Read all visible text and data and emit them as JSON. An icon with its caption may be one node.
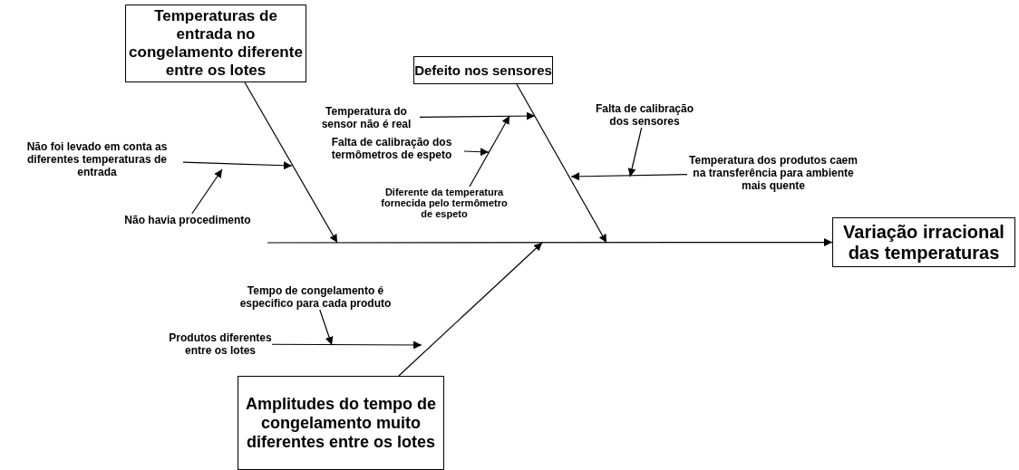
{
  "diagram": {
    "nodes": [
      {
        "text": [
          "Temperaturas de entrada no congelamento diferente entre os lotes"
        ]
      },
      {
        "text": [
          "Defeito nos sensores"
        ]
      },
      {
        "text": [
          "Variação irracional das temperaturas"
        ]
      },
      {
        "text": [
          "Amplitudes do tempo de congelamento muito diferentes entre os lotes"
        ]
      },
      {
        "text": [
          "Não foi levado em conta as diferentes temperaturas de entrada"
        ]
      },
      {
        "text": [
          "Não havia procedimento"
        ]
      },
      {
        "text": [
          "Temperatura do sensor não é real"
        ]
      },
      {
        "text": [
          "Falta de calibração dos termômetros de espeto"
        ]
      },
      {
        "text": [
          "Diferente da temperatura fornecida pelo termômetro de espeto"
        ]
      },
      {
        "text": [
          "Falta de calibração dos sensores"
        ]
      },
      {
        "text": [
          "Temperatura dos produtos caem na transferência para ambiente mais quente"
        ]
      },
      {
        "text": [
          "Tempo de congelamento é especifico para cada produto"
        ]
      },
      {
        "text": [
          "Produtos diferentes entre os lotes"
        ]
      }
    ],
    "edges": [
      {
        "from": null,
        "to": 2,
        "arrow": "to"
      },
      {
        "from": 0,
        "to": null,
        "arrow": "to"
      },
      {
        "from": 1,
        "to": null,
        "arrow": "to"
      },
      {
        "from": 3,
        "to": null,
        "arrow": "to"
      },
      {
        "from": 4,
        "to": null,
        "arrow": "to"
      },
      {
        "from": 5,
        "to": null,
        "arrow": "to"
      },
      {
        "from": 6,
        "to": null,
        "arrow": "to"
      },
      {
        "from": 7,
        "to": null,
        "arrow": "to"
      },
      {
        "from": 8,
        "to": null,
        "arrow": "to"
      },
      {
        "from": 9,
        "to": null,
        "arrow": "to"
      },
      {
        "from": 10,
        "to": null,
        "arrow": "to"
      },
      {
        "from": 11,
        "to": null,
        "arrow": "to"
      },
      {
        "from": 12,
        "to": null,
        "arrow": "to"
      }
    ]
  }
}
